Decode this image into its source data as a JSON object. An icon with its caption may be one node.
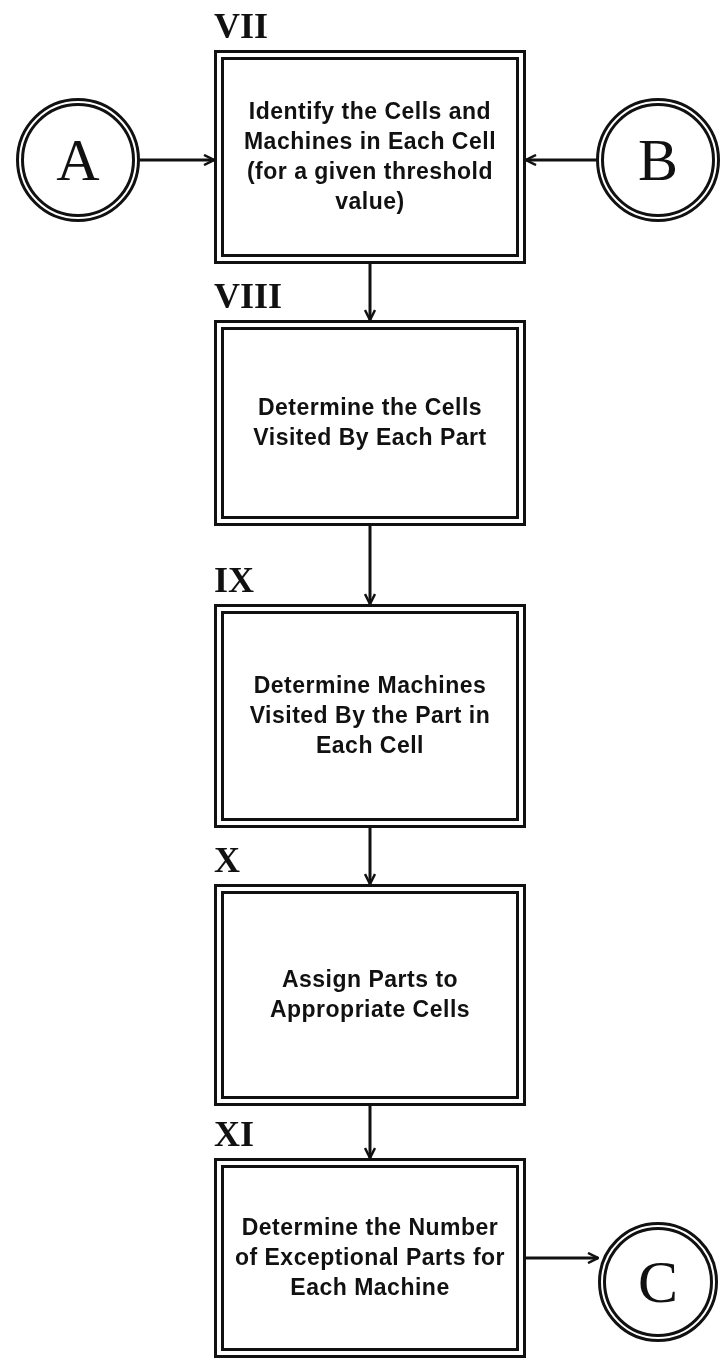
{
  "diagram": {
    "nodes": [
      {
        "text": [
          "A"
        ]
      },
      {
        "text": [
          "Identify the Cells and Machines in Each Cell (for a given threshold value)"
        ],
        "beside": [
          "VII"
        ]
      },
      {
        "text": [
          "B"
        ]
      },
      {
        "text": [
          "Determine the Cells Visited By Each Part"
        ],
        "beside": [
          "VIII"
        ]
      },
      {
        "text": [
          "Determine Machines Visited By the Part in Each Cell"
        ],
        "beside": [
          "IX"
        ]
      },
      {
        "text": [
          "Assign Parts to Appropriate Cells"
        ],
        "beside": [
          "X"
        ]
      },
      {
        "text": [
          "Determine the Number of Exceptional Parts for Each Machine"
        ],
        "beside": [
          "XI"
        ]
      },
      {
        "text": [
          "C"
        ]
      }
    ],
    "edges": [
      {
        "from": 0,
        "to": 1,
        "arrow": "to"
      },
      {
        "from": 2,
        "to": 1,
        "arrow": "to"
      },
      {
        "from": 1,
        "to": 3,
        "arrow": "to"
      },
      {
        "from": 3,
        "to": 4,
        "arrow": "to"
      },
      {
        "from": 4,
        "to": 5,
        "arrow": "to"
      },
      {
        "from": 5,
        "to": 6,
        "arrow": "to"
      },
      {
        "from": 6,
        "to": 7,
        "arrow": "to"
      }
    ]
  }
}
